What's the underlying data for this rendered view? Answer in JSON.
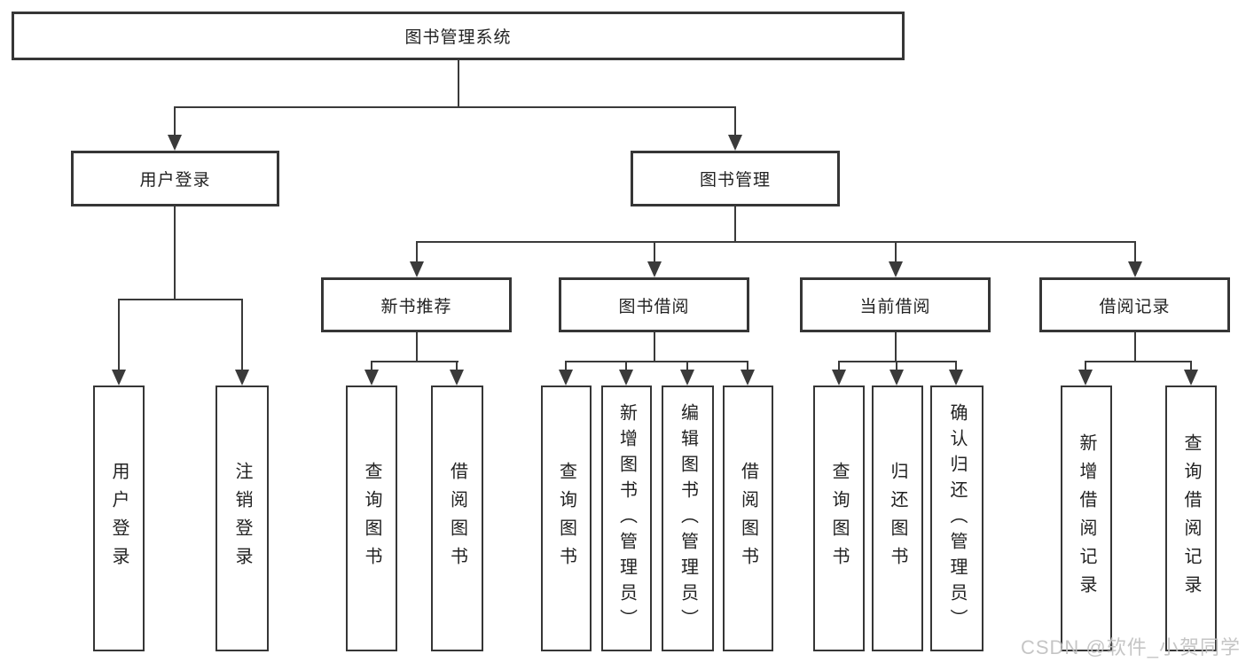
{
  "tree": {
    "label": "图书管理系统",
    "children": [
      {
        "label": "用户登录",
        "children": [
          {
            "label": "用户登录"
          },
          {
            "label": "注销登录"
          }
        ]
      },
      {
        "label": "图书管理",
        "children": [
          {
            "label": "新书推荐",
            "children": [
              {
                "label": "查询图书"
              },
              {
                "label": "借阅图书"
              }
            ]
          },
          {
            "label": "图书借阅",
            "children": [
              {
                "label": "查询图书"
              },
              {
                "label": "新增图书（管理员）"
              },
              {
                "label": "编辑图书（管理员）"
              },
              {
                "label": "借阅图书"
              }
            ]
          },
          {
            "label": "当前借阅",
            "children": [
              {
                "label": "查询图书"
              },
              {
                "label": "归还图书"
              },
              {
                "label": "确认归还（管理员）"
              }
            ]
          },
          {
            "label": "借阅记录",
            "children": [
              {
                "label": "新增借阅记录"
              },
              {
                "label": "查询借阅记录"
              }
            ]
          }
        ]
      }
    ]
  },
  "watermark": {
    "text": "CSDN @软件_小贺同学"
  },
  "colors": {
    "line": "#3a3a3a",
    "border": "#363636",
    "text": "#222222",
    "background": "#ffffff",
    "watermark": "#bfbfbf"
  }
}
